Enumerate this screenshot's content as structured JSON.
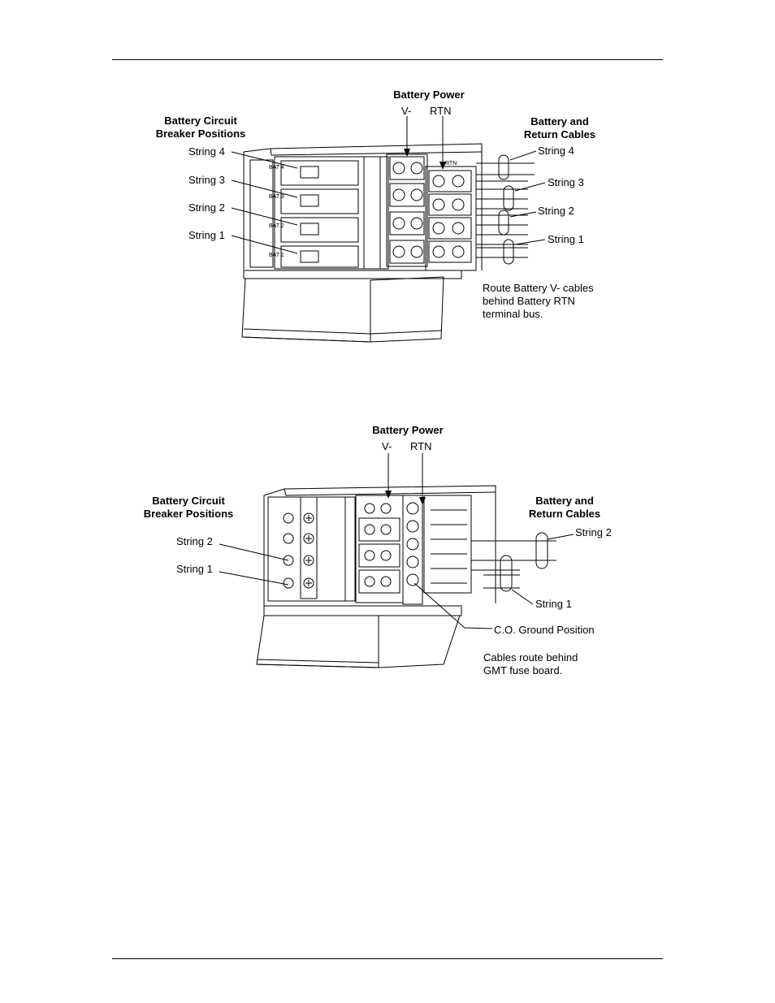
{
  "figure1": {
    "battery_power": "Battery Power",
    "v_minus": "V-",
    "rtn": "RTN",
    "breaker_title_1": "Battery Circuit",
    "breaker_title_2": "Breaker Positions",
    "cables_title_1": "Battery and",
    "cables_title_2": "Return Cables",
    "left_strings": [
      "String 4",
      "String 3",
      "String 2",
      "String 1"
    ],
    "right_strings": [
      "String 4",
      "String 3",
      "String 2",
      "String 1"
    ],
    "bat_labels": [
      "BAT 4",
      "BAT 3",
      "BAT 2",
      "BAT 1"
    ],
    "rtn_small": "RTN",
    "note": [
      "Route Battery V- cables",
      "behind Battery RTN",
      "terminal bus."
    ]
  },
  "figure2": {
    "battery_power": "Battery Power",
    "v_minus": "V-",
    "rtn": "RTN",
    "breaker_title_1": "Battery Circuit",
    "breaker_title_2": "Breaker Positions",
    "cables_title_1": "Battery and",
    "cables_title_2": "Return Cables",
    "left_strings": [
      "String 2",
      "String 1"
    ],
    "right_strings": [
      "String 2",
      "String 1"
    ],
    "co_ground": "C.O. Ground Position",
    "note": [
      "Cables route behind",
      "GMT fuse board."
    ]
  }
}
